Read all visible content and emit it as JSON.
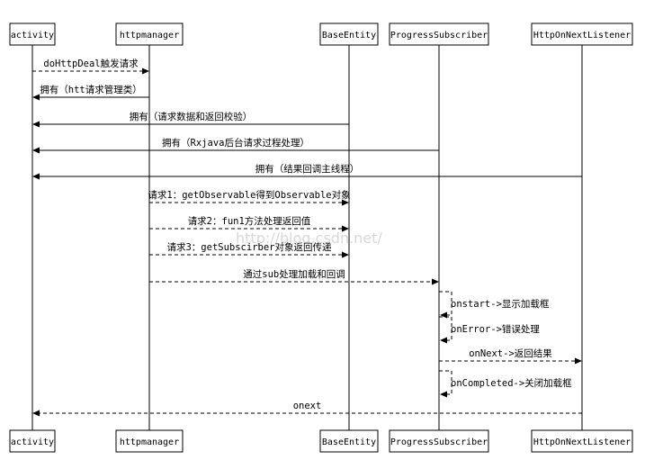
{
  "participants": [
    "activity",
    "httpmanager",
    "BaseEntity",
    "ProgressSubscriber",
    "HttpOnNextListener"
  ],
  "messages": [
    {
      "from": 0,
      "to": 1,
      "style": "dashed",
      "label": "doHttpDeal触发请求"
    },
    {
      "from": 1,
      "to": 0,
      "style": "solid",
      "label": "拥有（htt请求管理类）"
    },
    {
      "from": 2,
      "to": 0,
      "style": "solid",
      "label": "拥有（请求数据和返回校验）"
    },
    {
      "from": 3,
      "to": 0,
      "style": "solid",
      "label": "拥有（Rxjava后台请求过程处理）"
    },
    {
      "from": 4,
      "to": 0,
      "style": "solid",
      "label": "拥有（结果回调主线程）"
    },
    {
      "from": 1,
      "to": 2,
      "style": "dashed",
      "label": "请求1：getObservable得到Observable对象"
    },
    {
      "from": 1,
      "to": 2,
      "style": "dashed",
      "label": "请求2：fun1方法处理返回值"
    },
    {
      "from": 1,
      "to": 2,
      "style": "dashed",
      "label": "请求3：getSubscirber对象返回传递"
    },
    {
      "from": 1,
      "to": 3,
      "style": "dashed",
      "label": "通过sub处理加载和回调"
    },
    {
      "from": 3,
      "to": 3,
      "style": "dashed",
      "label": "onstart->显示加载框"
    },
    {
      "from": 3,
      "to": 3,
      "style": "dashed",
      "label": "onError->错误处理"
    },
    {
      "from": 3,
      "to": 4,
      "style": "dashed",
      "label": "onNext->返回结果"
    },
    {
      "from": 3,
      "to": 3,
      "style": "dashed",
      "label": "onCompleted->关闭加载框"
    },
    {
      "from": 4,
      "to": 0,
      "style": "dashed",
      "label": "onext"
    }
  ],
  "watermark": "http://blog.csdn.net/"
}
